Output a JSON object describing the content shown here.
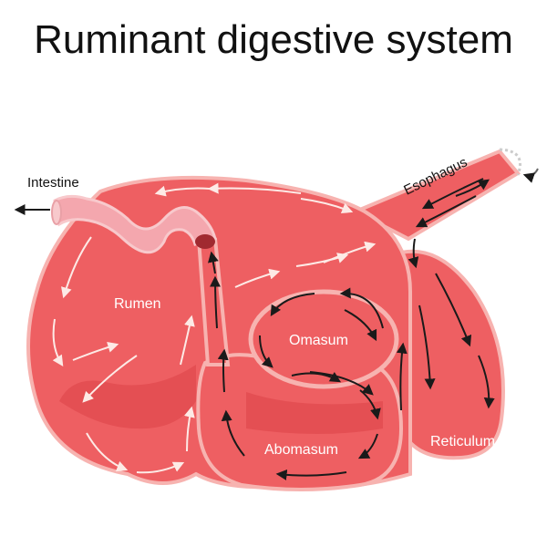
{
  "title": "Ruminant digestive system",
  "labels": {
    "intestine": "Intestine",
    "esophagus": "Esophagus",
    "rumen": "Rumen",
    "omasum": "Omasum",
    "abomasum": "Abomasum",
    "reticulum": "Reticulum"
  },
  "colors": {
    "organ_fill": "#ee5f62",
    "organ_dark": "#dd4147",
    "organ_edge": "#f7b3b0",
    "intestine": "#f4a7ae",
    "arrow_light": "#fdeae6",
    "arrow_dark": "#1a1a1a"
  }
}
